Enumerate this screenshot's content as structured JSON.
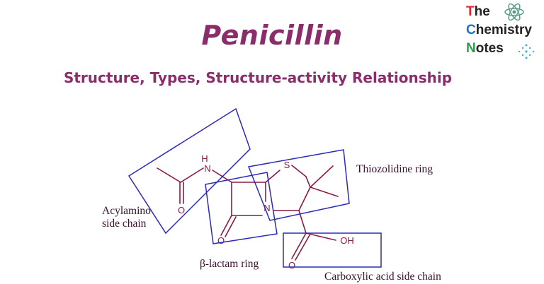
{
  "header": {
    "title": "Penicillin",
    "subtitle": "Structure, Types, Structure-activity Relationship"
  },
  "logo": {
    "line1": "The",
    "line2": "Chemistry",
    "line3": "Notes",
    "letters": {
      "t": "T",
      "he": "he",
      "c": "C",
      "hemistry": "hemistry",
      "n": "N",
      "otes": "otes"
    }
  },
  "diagram": {
    "atoms": {
      "h": "H",
      "n_amide": "N",
      "o_amide": "O",
      "s": "S",
      "n_ring": "N",
      "o_lactam": "O",
      "oh": "OH",
      "o_acid": "O"
    },
    "labels": {
      "acylamino_line1": "Acylamino",
      "acylamino_line2": "side chain",
      "thiozolidine": "Thiozolidine ring",
      "beta_lactam": "β-lactam ring",
      "carboxylic": "Carboxylic acid side chain"
    },
    "colors": {
      "structure": "#8a1a45",
      "boxes": "#2b2bb8",
      "title": "#8a2d6b"
    }
  }
}
